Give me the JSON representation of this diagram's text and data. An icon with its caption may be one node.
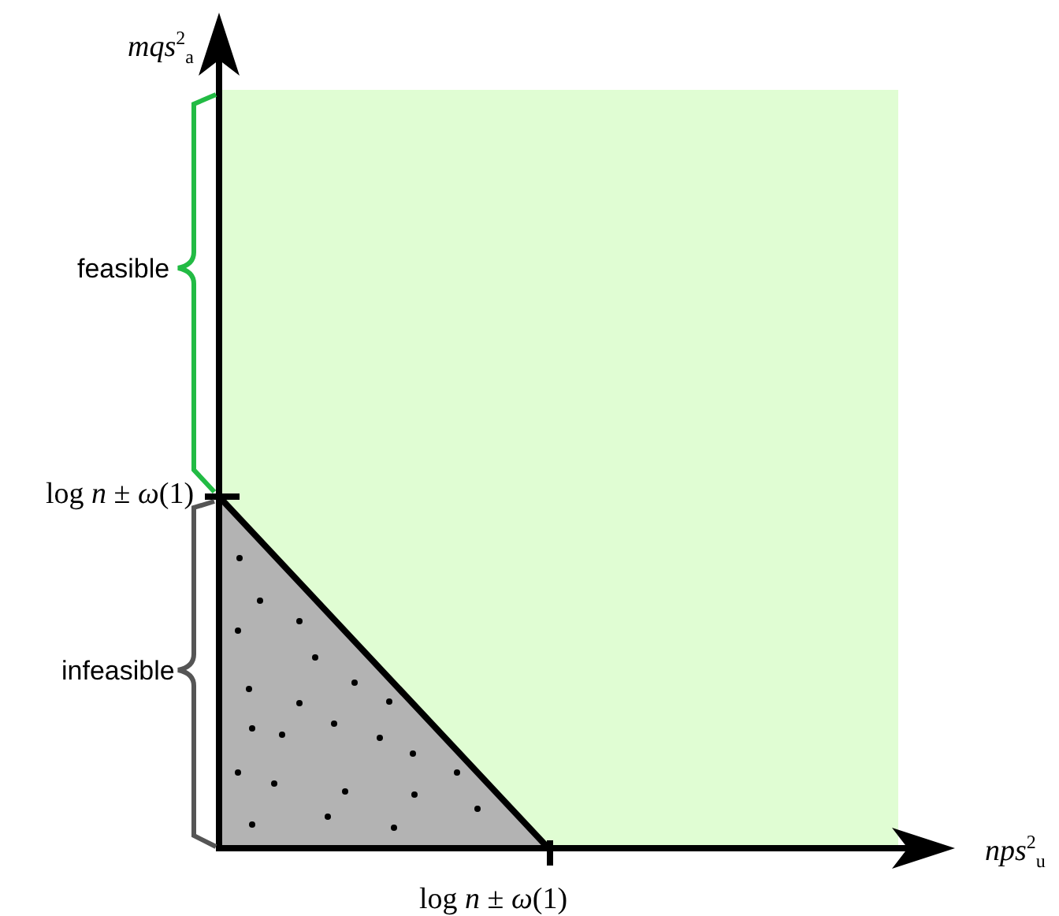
{
  "diagram": {
    "labels": [
      "*mqs*$^{2}$$_{a}$",
      "feasible",
      "log *n* ± *ω*(1)",
      "infeasible",
      "log *n* ± *ω*(1)",
      "*nps*$^{2}$$_{u}$"
    ]
  }
}
